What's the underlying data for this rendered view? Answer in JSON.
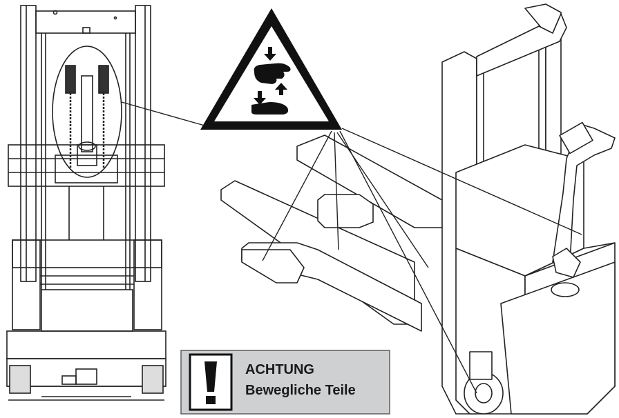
{
  "warning_sign": {
    "symbol": "crush-hazard-hand-and-foot",
    "border_color": "#111111",
    "fill_color": "#ffffff"
  },
  "caution_label": {
    "title": "ACHTUNG",
    "subtitle": "Bewegliche Teile",
    "symbol": "exclamation-mark",
    "background_color": "#cfd0d2"
  }
}
